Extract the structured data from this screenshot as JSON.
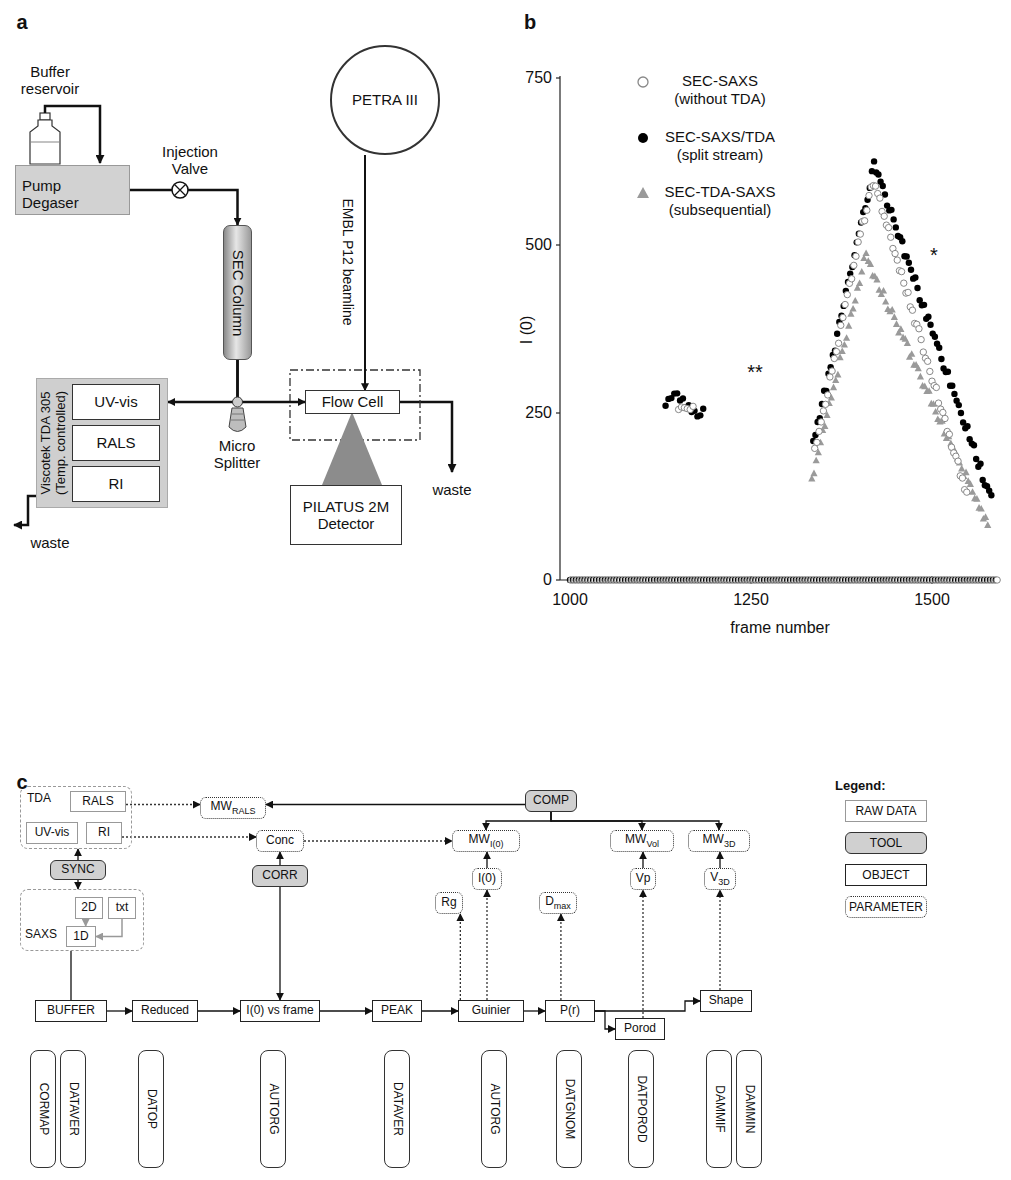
{
  "diagram": {
    "nodes": [
      {
        "text": [
          "Pump Degaser"
        ]
      },
      {
        "text": [
          "SEC Column"
        ]
      },
      {
        "text": [
          "Viscotek TDA 305 (Temp. controlled)"
        ]
      },
      {
        "text": [
          "UV-vis"
        ],
        "in": 2
      },
      {
        "text": [
          "RALS"
        ],
        "in": 2
      },
      {
        "text": [
          "RI"
        ],
        "in": 2
      },
      {
        "text": [
          "PETRA III"
        ]
      },
      {
        "text": [
          "Flow Cell"
        ]
      },
      {
        "text": [
          "PILATUS 2M Detector"
        ]
      },
      {
        "text": [
          "TDA"
        ]
      },
      {
        "text": [
          "RALS"
        ],
        "in": 9
      },
      {
        "text": [
          "UV-vis"
        ],
        "in": 9
      },
      {
        "text": [
          "RI"
        ],
        "in": 9
      },
      {
        "text": [
          "SYNC"
        ]
      },
      {
        "text": [
          "SAXS"
        ]
      },
      {
        "text": [
          "2D"
        ],
        "in": 14
      },
      {
        "text": [
          "txt"
        ],
        "in": 14
      },
      {
        "text": [
          "1D"
        ],
        "in": 14
      },
      {
        "text": [
          "MW",
          "RALS"
        ]
      },
      {
        "text": [
          "Conc"
        ]
      },
      {
        "text": [
          "CORR"
        ]
      },
      {
        "text": [
          "COMP"
        ]
      },
      {
        "text": [
          "MW",
          "I(0)"
        ]
      },
      {
        "text": [
          "MW",
          "Vol"
        ]
      },
      {
        "text": [
          "MW",
          "3D"
        ]
      },
      {
        "text": [
          "I(0)"
        ]
      },
      {
        "text": [
          "Vp"
        ]
      },
      {
        "text": [
          "V",
          "3D"
        ]
      },
      {
        "text": [
          "Rg"
        ]
      },
      {
        "text": [
          "D",
          "max"
        ]
      },
      {
        "text": [
          "BUFFER"
        ]
      },
      {
        "text": [
          "Reduced"
        ]
      },
      {
        "text": [
          "I(0) vs frame"
        ]
      },
      {
        "text": [
          "PEAK"
        ]
      },
      {
        "text": [
          "Guinier"
        ]
      },
      {
        "text": [
          "P(r)"
        ]
      },
      {
        "text": [
          "Porod"
        ]
      },
      {
        "text": [
          "Shape"
        ]
      },
      {
        "text": [
          "CORMAP"
        ]
      },
      {
        "text": [
          "DATAVER"
        ]
      },
      {
        "text": [
          "DATOP"
        ]
      },
      {
        "text": [
          "AUTORG"
        ]
      },
      {
        "text": [
          "DATAVER"
        ]
      },
      {
        "text": [
          "AUTORG"
        ]
      },
      {
        "text": [
          "DATGNOM"
        ]
      },
      {
        "text": [
          "DATPOROD"
        ]
      },
      {
        "text": [
          "DAMMIF"
        ]
      },
      {
        "text": [
          "DAMMIN"
        ]
      }
    ],
    "edges": [
      {
        "from": 0,
        "to": 1,
        "arrow": "to"
      },
      {
        "from": 1,
        "to": 2,
        "arrow": "to"
      },
      {
        "from": 1,
        "to": 7,
        "arrow": "to"
      },
      {
        "from": 6,
        "to": 7,
        "arrow": "to"
      },
      {
        "from": 13,
        "to": 9,
        "arrow": "to"
      },
      {
        "from": 13,
        "to": 14,
        "arrow": "to"
      },
      {
        "from": 15,
        "to": 17,
        "arrow": "to"
      },
      {
        "from": 16,
        "to": 17,
        "arrow": "to"
      },
      {
        "from": 14,
        "to": 30,
        "arrow": "none"
      },
      {
        "from": 30,
        "to": 31,
        "arrow": "to"
      },
      {
        "from": 31,
        "to": 32,
        "arrow": "to"
      },
      {
        "from": 32,
        "to": 33,
        "arrow": "to"
      },
      {
        "from": 33,
        "to": 34,
        "arrow": "to"
      },
      {
        "from": 34,
        "to": 35,
        "arrow": "to"
      },
      {
        "from": 35,
        "to": 37,
        "arrow": "to"
      },
      {
        "from": 35,
        "to": 36,
        "arrow": "to"
      },
      {
        "from": 10,
        "to": 18,
        "arrow": "to"
      },
      {
        "from": 12,
        "to": 19,
        "arrow": "to"
      },
      {
        "from": 20,
        "to": 19,
        "arrow": "to"
      },
      {
        "from": 20,
        "to": 32,
        "arrow": "to"
      },
      {
        "from": 19,
        "to": 22,
        "arrow": "to"
      },
      {
        "from": 21,
        "to": 18,
        "arrow": "to"
      },
      {
        "from": 21,
        "to": 22,
        "arrow": "to"
      },
      {
        "from": 21,
        "to": 23,
        "arrow": "to"
      },
      {
        "from": 21,
        "to": 24,
        "arrow": "to"
      },
      {
        "from": 25,
        "to": 22,
        "arrow": "to"
      },
      {
        "from": 26,
        "to": 23,
        "arrow": "to"
      },
      {
        "from": 27,
        "to": 24,
        "arrow": "to"
      },
      {
        "from": 34,
        "to": 25,
        "arrow": "to"
      },
      {
        "from": 34,
        "to": 28,
        "arrow": "to"
      },
      {
        "from": 35,
        "to": 29,
        "arrow": "to"
      },
      {
        "from": 36,
        "to": 26,
        "arrow": "to"
      },
      {
        "from": 37,
        "to": 27,
        "arrow": "to"
      }
    ],
    "labels": [
      "a",
      "b",
      "c",
      "Buffer reservoir",
      "Injection Valve",
      "Micro Splitter",
      "EMBL P12 beamline",
      "waste",
      "waste",
      "750",
      "500",
      "250",
      "0",
      "1000",
      "1250",
      "1500",
      "I (0)",
      "frame number",
      "*",
      "**",
      "Legend:"
    ],
    "legend": [
      {
        "text": "SEC-SAXS (without TDA)"
      },
      {
        "text": "SEC-SAXS/TDA (split stream)"
      },
      {
        "text": "SEC-TDA-SAXS (subsequential)"
      },
      {
        "text": "RAW DATA"
      },
      {
        "text": "TOOL"
      },
      {
        "text": "OBJECT"
      },
      {
        "text": "PARAMETER"
      }
    ]
  }
}
